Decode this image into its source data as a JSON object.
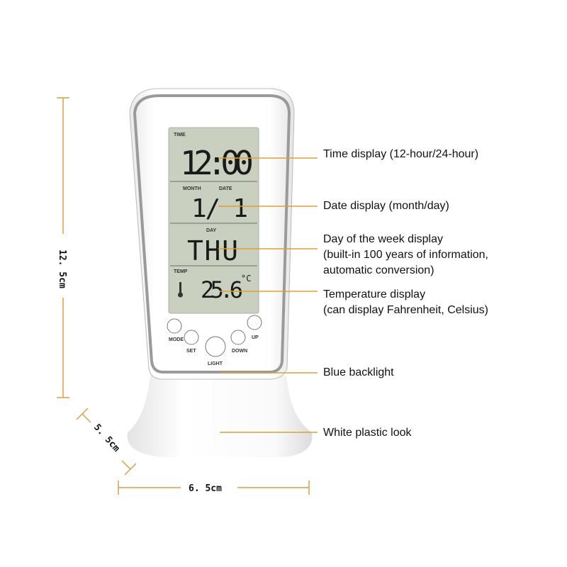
{
  "colors": {
    "annotation_line": "#e0a030",
    "lcd": "#c9d0c0",
    "body": "#ffffff",
    "bezel": "#9a9a9a"
  },
  "lcd": {
    "time_label": "TIME",
    "time": "12:00",
    "month_label": "MONTH",
    "date_label": "DATE",
    "date": "1/ 1",
    "day_label": "DAY",
    "day": "THU",
    "temp_label": "TEMP",
    "temp": "25.6",
    "temp_unit": "°C"
  },
  "buttons": {
    "mode": "MODE",
    "set": "SET",
    "light": "LIGHT",
    "down": "DOWN",
    "up": "UP"
  },
  "annotations": [
    {
      "lines": [
        "Time display (12-hour/24-hour)"
      ]
    },
    {
      "lines": [
        "Date display (month/day)"
      ]
    },
    {
      "lines": [
        "Day of the week display",
        "(built-in 100 years of information,",
        "automatic conversion)"
      ]
    },
    {
      "lines": [
        "Temperature display",
        "(can display Fahrenheit, Celsius)"
      ]
    },
    {
      "lines": [
        "Blue backlight"
      ]
    },
    {
      "lines": [
        "White plastic look"
      ]
    }
  ],
  "dimensions": {
    "height": "12. 5cm",
    "depth": "5. 5cm",
    "width": "6. 5cm"
  }
}
